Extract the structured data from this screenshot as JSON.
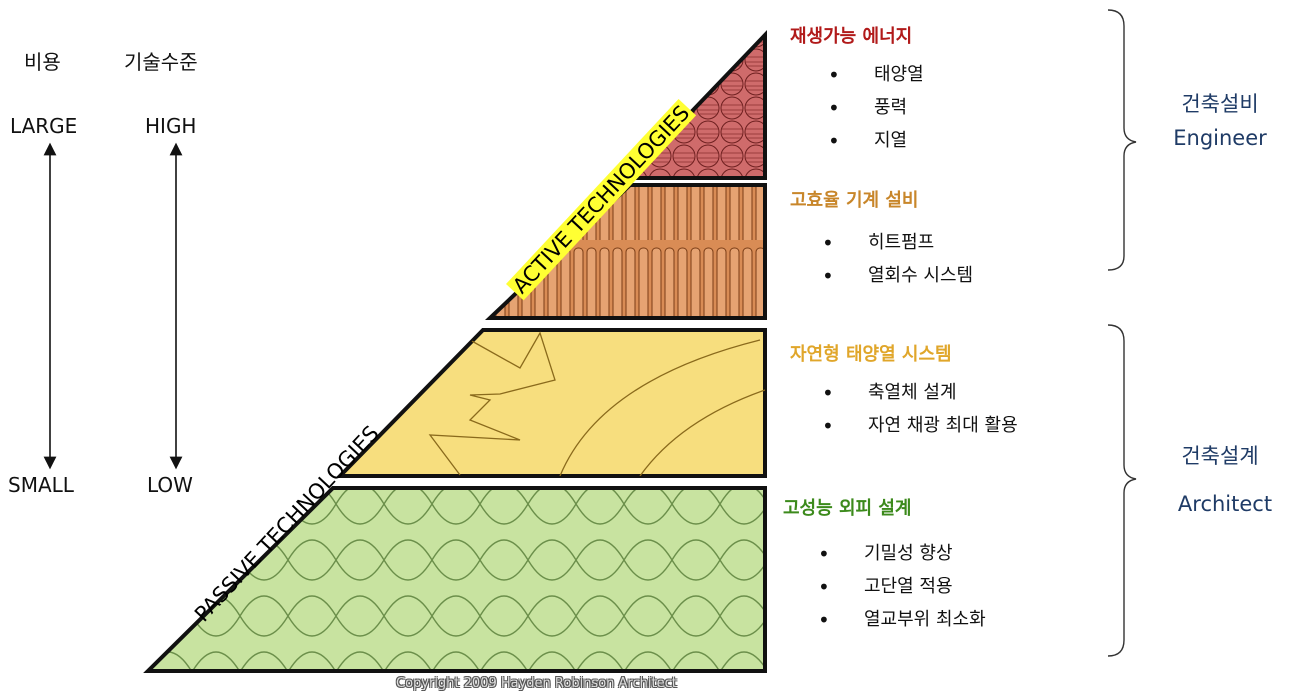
{
  "axes": {
    "cost": {
      "header": "비용",
      "top": "LARGE",
      "bottom": "SMALL"
    },
    "tech": {
      "header": "기술수준",
      "top": "HIGH",
      "bottom": "LOW"
    }
  },
  "pyramid_labels": {
    "active": "ACTIVE TECHNOLOGIES",
    "passive": "PASSIVE TECHNOLOGIES"
  },
  "categories": [
    {
      "title": "재생가능 에너지",
      "color": "#b11a1a",
      "items": [
        "태양열",
        "풍력",
        "지열"
      ]
    },
    {
      "title": "고효율 기계 설비",
      "color": "#c8862a",
      "items": [
        "히트펌프",
        "열회수 시스템"
      ]
    },
    {
      "title": "자연형 태양열 시스템",
      "color": "#e0a62a",
      "items": [
        "축열체 설계",
        "자연 채광 최대 활용"
      ]
    },
    {
      "title": "고성능 외피 설계",
      "color": "#3c8a1c",
      "items": [
        "기밀성 향상",
        "고단열 적용",
        "열교부위 최소화"
      ]
    }
  ],
  "roles": {
    "engineer": {
      "korean": "건축설비",
      "english": "Engineer"
    },
    "architect": {
      "korean": "건축설계",
      "english": "Architect"
    }
  },
  "copyright": "Copyright 2009 Hayden Robinson Architect",
  "colors": {
    "renewable_fill": "#cf6b6b",
    "mechanical_fill": "#d98c55",
    "passive_solar_fill": "#f7de7e",
    "envelope_fill": "#c8e3a0",
    "outline": "#111111",
    "role_text": "#1f3b66",
    "label_highlight": "#ffff33"
  }
}
